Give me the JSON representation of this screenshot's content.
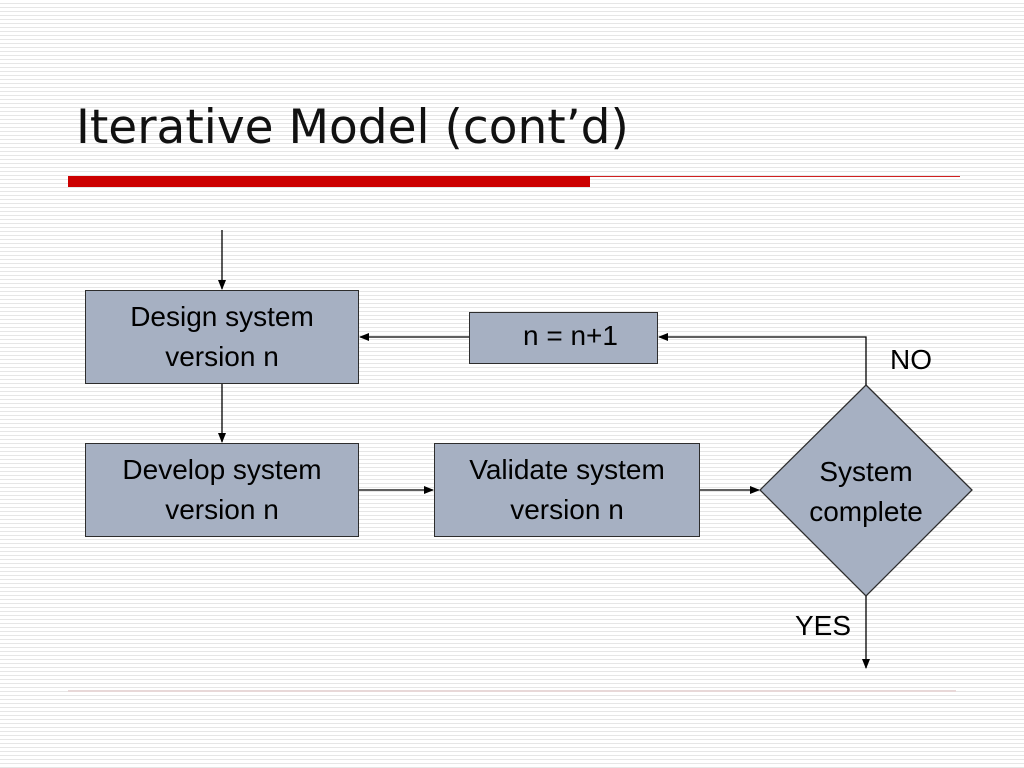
{
  "slide": {
    "title": "Iterative Model (cont’d)"
  },
  "colors": {
    "accent_rule": "#cc0000",
    "box_fill": "#a6b0c2",
    "box_border": "#2d2d2d",
    "arrow": "#000000"
  },
  "flowchart": {
    "design_box": "Design system\nversion n",
    "increment_box": "n = n+1",
    "develop_box": "Develop system\nversion n",
    "validate_box": "Validate system\nversion n",
    "decision": "System\ncomplete",
    "no_label": "NO",
    "yes_label": "YES"
  }
}
